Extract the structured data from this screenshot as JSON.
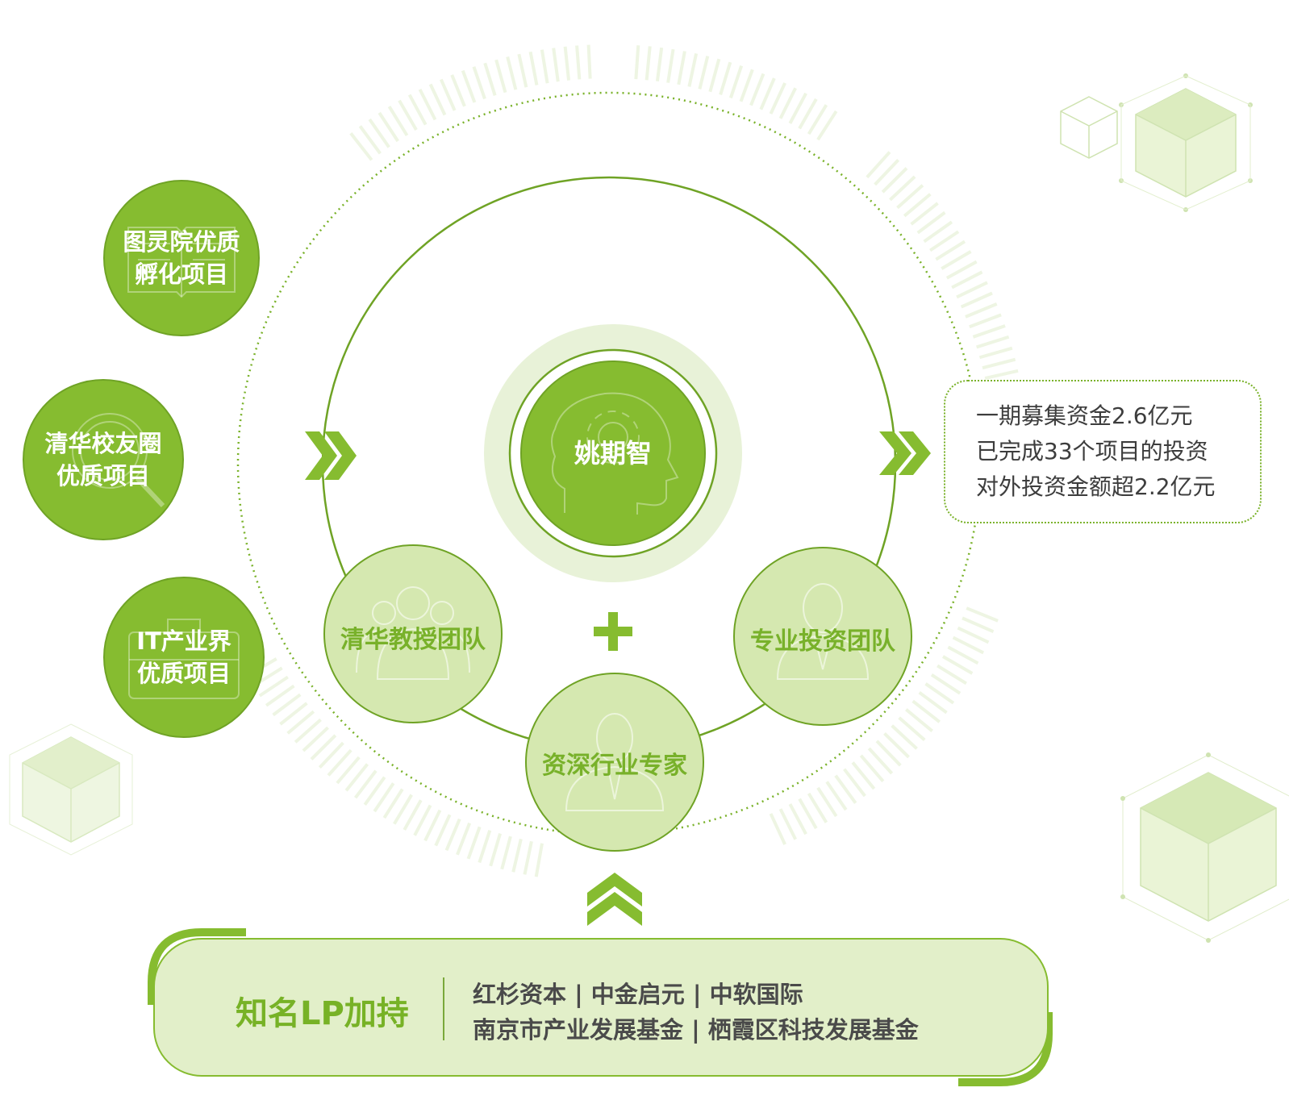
{
  "colors": {
    "primary_green": "#86bc30",
    "dark_green": "#6fa325",
    "light_green": "#d5e8b0",
    "pale_green": "#e8f2d8",
    "text_dark": "#3d3d3d"
  },
  "center": {
    "label": "姚期智",
    "icon": "head-gear-icon"
  },
  "sources": [
    {
      "label": "图灵院优质\n孵化项目",
      "icon": "book-icon"
    },
    {
      "label": "清华校友圈\n优质项目",
      "icon": "magnifier-icon"
    },
    {
      "label": "IT产业界\n优质项目",
      "icon": "briefcase-icon"
    }
  ],
  "teams": [
    {
      "label": "清华教授团队",
      "icon": "group-people-icon"
    },
    {
      "label": "专业投资团队",
      "icon": "businessman-icon"
    },
    {
      "label": "资深行业专家",
      "icon": "expert-icon"
    }
  ],
  "plus_symbol": "+",
  "results": [
    "一期募集资金2.6亿元",
    "已完成33个项目的投资",
    "对外投资金额超2.2亿元"
  ],
  "lp": {
    "title": "知名LP加持",
    "line1": "红杉资本 | 中金启元 | 中软国际",
    "line2": "南京市产业发展基金 | 栖霞区科技发展基金"
  }
}
